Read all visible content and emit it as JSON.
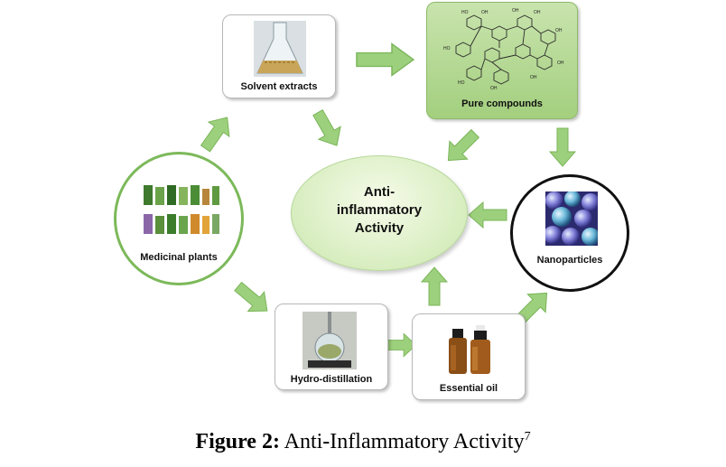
{
  "nodes": {
    "solvent_extracts": "Solvent extracts",
    "pure_compounds": "Pure compounds",
    "medicinal_plants": "Medicinal plants",
    "nanoparticles": "Nanoparticles",
    "hydro_distillation": "Hydro-distillation",
    "essential_oil": "Essential oil"
  },
  "center": {
    "line1": "Anti-",
    "line2": "inflammatory",
    "line3": "Activity"
  },
  "caption": {
    "prefix": "Figure 2:",
    "text": " Anti-Inflammatory Activity",
    "ref": "7"
  },
  "colors": {
    "arrow": "#9dd07c",
    "arrow_stroke": "#7ab55a",
    "center_fill": "#d7edbf",
    "pure_fill": "#b5da95",
    "plants_border": "#7cb95a"
  }
}
